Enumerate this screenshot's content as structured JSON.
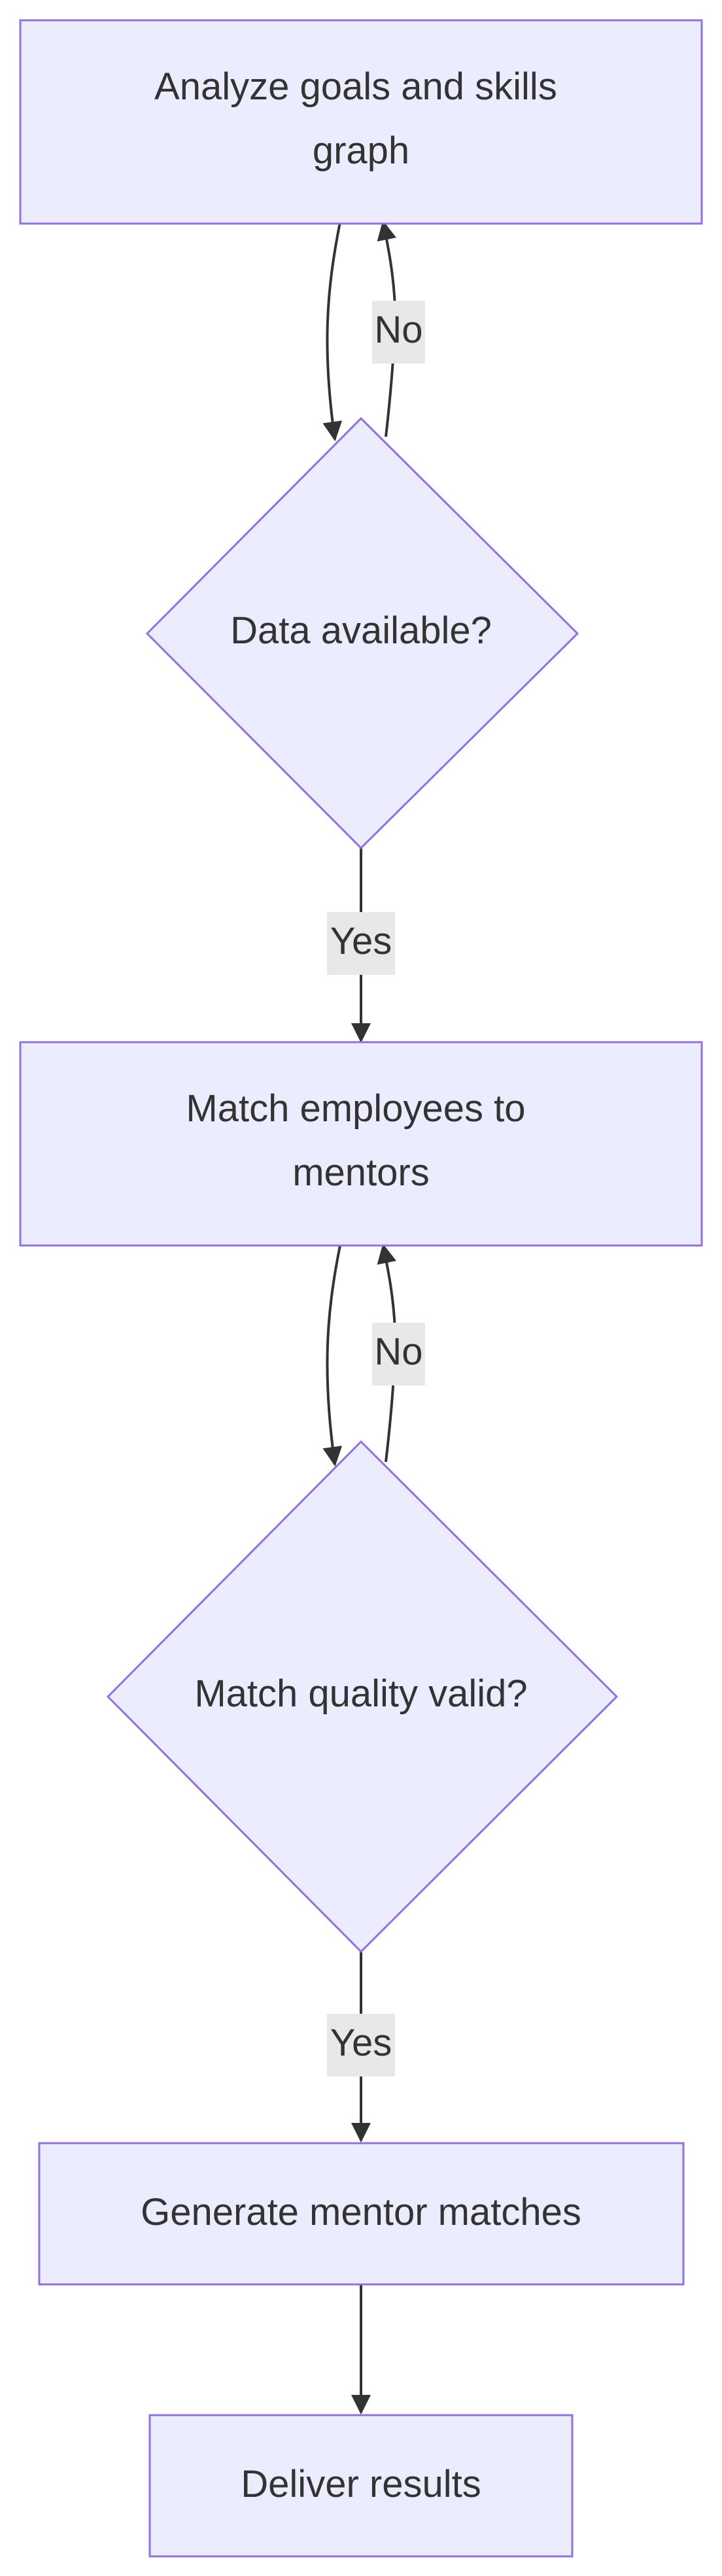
{
  "diagram": {
    "nodes": {
      "analyze": {
        "line1": "Analyze goals and skills",
        "line2": "graph"
      },
      "data_available": {
        "label": "Data available?"
      },
      "match": {
        "line1": "Match employees to",
        "line2": "mentors"
      },
      "quality": {
        "label": "Match quality valid?"
      },
      "generate": {
        "label": "Generate mentor matches"
      },
      "deliver": {
        "label": "Deliver results"
      }
    },
    "edges": {
      "data_no": "No",
      "data_yes": "Yes",
      "quality_no": "No",
      "quality_yes": "Yes"
    },
    "colors": {
      "node_fill": "#ececff",
      "node_stroke": "#9370db",
      "text": "#333333",
      "edge": "#333333",
      "label_bg": "#e8e8e8"
    }
  }
}
